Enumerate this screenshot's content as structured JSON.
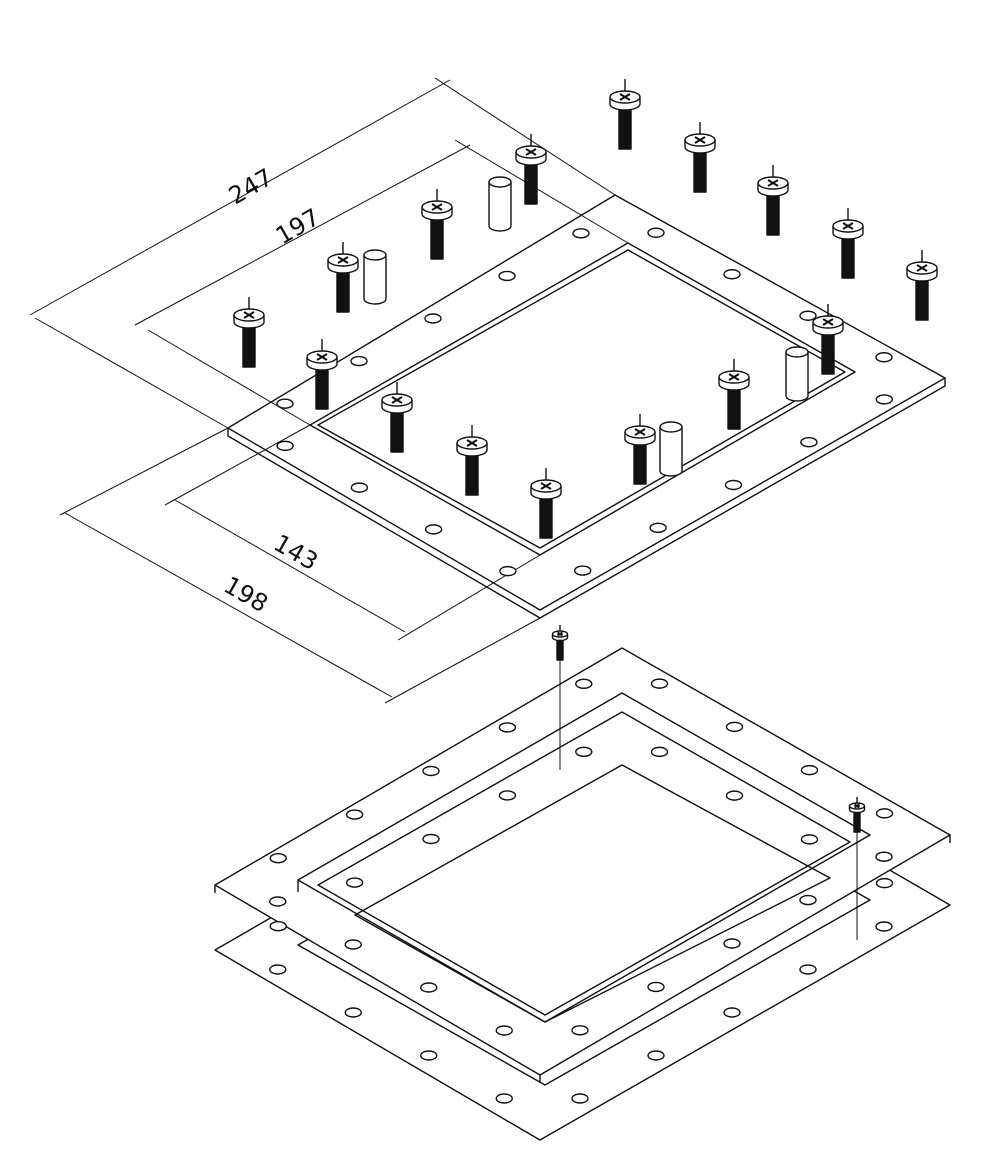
{
  "dimensions": {
    "outer_length": "247",
    "inner_length": "197",
    "inner_width": "143",
    "outer_width": "198"
  },
  "colors": {
    "line": "#111111",
    "screw": "#111111",
    "background": "#ffffff"
  }
}
